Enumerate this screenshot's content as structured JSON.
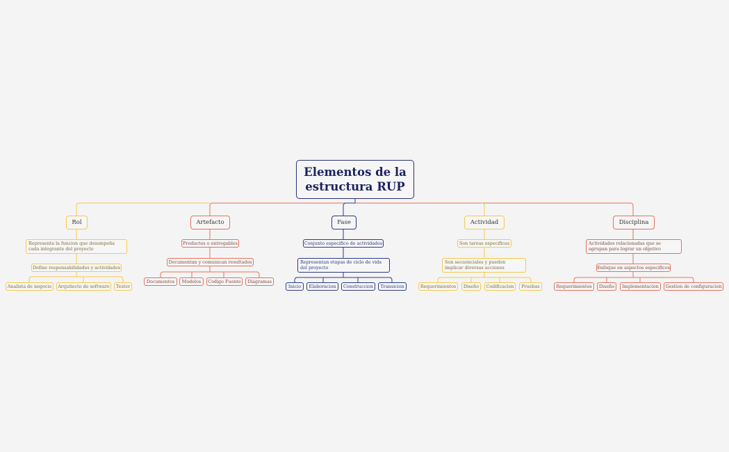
{
  "title": {
    "line1": "Elementos de la",
    "line2": "estructura RUP"
  },
  "colors": {
    "yellow": "#f7c948",
    "red": "#e8705c",
    "blue": "#2a3a8a",
    "background": "#f4f4f4"
  },
  "branches": [
    {
      "label": "Rol",
      "color": "yellow",
      "description": "Representa la funcion que desempeña cada integrante del proyecto",
      "detail": "Define responsabilidades y actividades",
      "children": [
        "Analista de negocio",
        "Arquitecto de software",
        "Tester"
      ]
    },
    {
      "label": "Artefacto",
      "color": "red",
      "description": "Productos o entregables",
      "detail": "Documentan y comunican resultados",
      "children": [
        "Documentos",
        "Modelos",
        "Codigo Fuente",
        "Diagramas"
      ]
    },
    {
      "label": "Fase",
      "color": "blue",
      "description": "Conjunto especifico de actividades",
      "detail": "Representan etapas de ciclo de vida del proyecto",
      "children": [
        "Inicio",
        "Elaboracion",
        "Construccion",
        "Transicion"
      ]
    },
    {
      "label": "Actividad",
      "color": "yellow",
      "description": "Son tareas especificas",
      "detail": "Son secuenciales y pueden implicar diversas acciones",
      "children": [
        "Requerimientos",
        "Diseño",
        "Codificacion",
        "Pruebas"
      ]
    },
    {
      "label": "Disciplina",
      "color": "red",
      "description": "Actividades relacionadas que se agrupan para lograr un objetivo",
      "detail": "Enfoque en aspectos especificos",
      "children": [
        "Requerimientos",
        "Diseño",
        "Implementacion",
        "Gestion de configuracion"
      ]
    }
  ]
}
